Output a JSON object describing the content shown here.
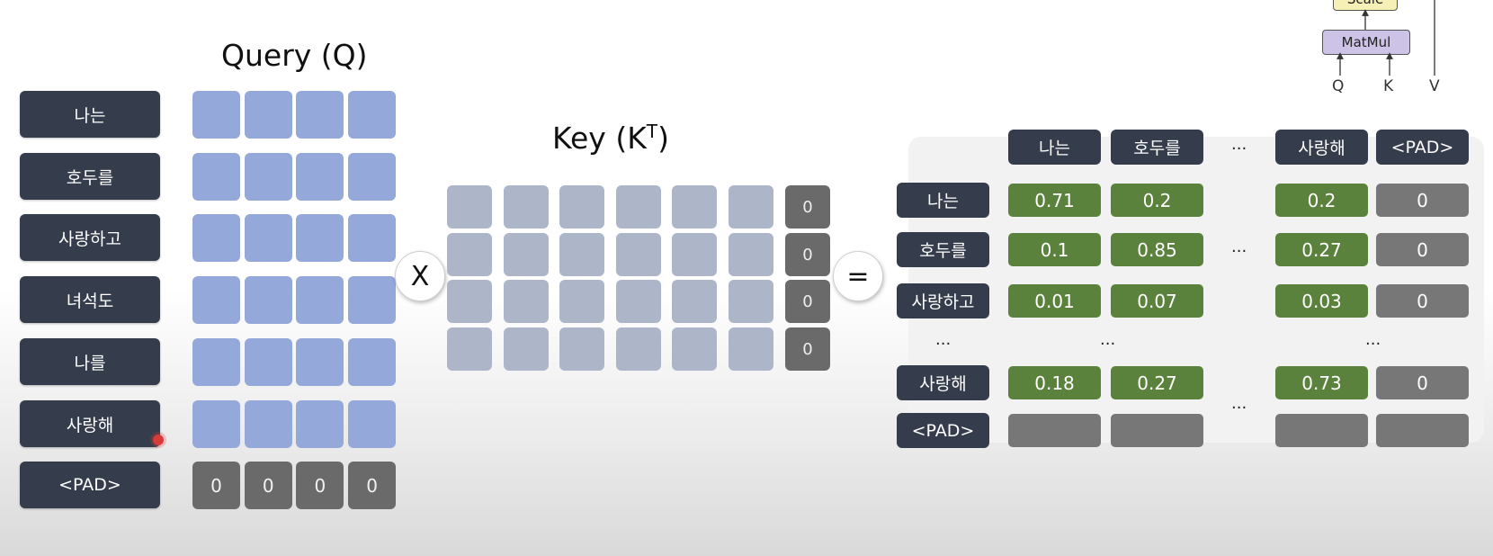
{
  "query": {
    "title": "Query (Q)",
    "rows": [
      "나는",
      "호두를",
      "사랑하고",
      "녀석도",
      "나를",
      "사랑해",
      "<PAD>"
    ],
    "pad_values": [
      "0",
      "0",
      "0",
      "0"
    ]
  },
  "key": {
    "title": "Key (K",
    "title_sup": "T",
    "title_close": ")",
    "pad_col_values": [
      "0",
      "0",
      "0",
      "0"
    ]
  },
  "operators": {
    "multiply": "X",
    "equals": "="
  },
  "result": {
    "col_headers": [
      "나는",
      "호두를",
      "사랑해",
      "<PAD>"
    ],
    "col_ellipsis": "...",
    "rows": [
      {
        "label": "나는",
        "values": [
          "0.71",
          "0.2",
          "0.2",
          "0"
        ]
      },
      {
        "label": "호두를",
        "values": [
          "0.1",
          "0.85",
          "0.27",
          "0"
        ]
      },
      {
        "label": "사랑하고",
        "values": [
          "0.01",
          "0.07",
          "0.03",
          "0"
        ]
      },
      {
        "label": "사랑해",
        "values": [
          "0.18",
          "0.27",
          "0.73",
          "0"
        ]
      },
      {
        "label": "<PAD>",
        "values": [
          "",
          "",
          "",
          ""
        ]
      }
    ],
    "ellipsis": "..."
  },
  "mini_diagram": {
    "scale_label": "Scale",
    "matmul_label": "MatMul",
    "inputs": [
      "Q",
      "K",
      "V"
    ]
  },
  "colors": {
    "query_cell": "#95a8da",
    "key_cell": "#adb5c9",
    "pad_cell": "#6b6a6a",
    "value_cell": "#5b823c",
    "label_bg": "#353c4c",
    "matmul_bg": "#cdc3e6",
    "scale_bg": "#f6efb6"
  }
}
